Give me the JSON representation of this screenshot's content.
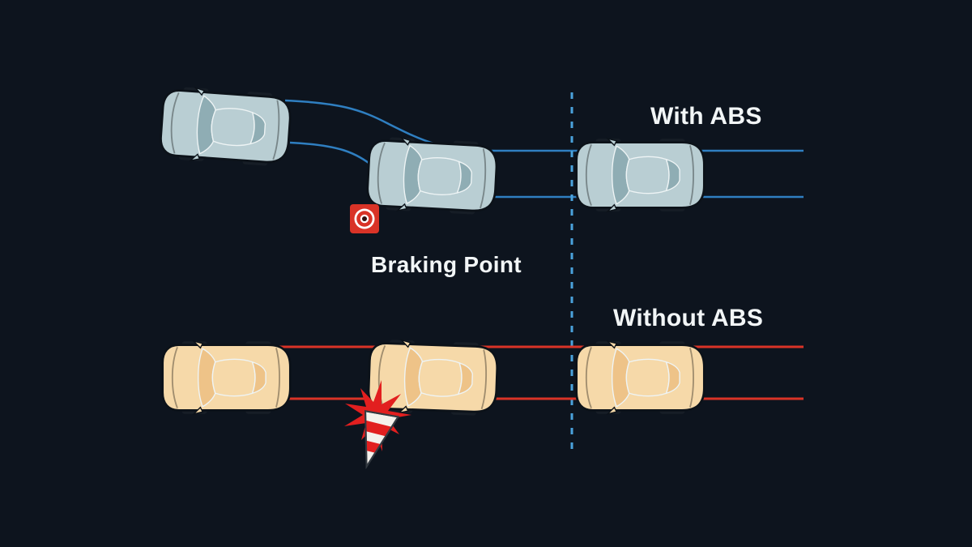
{
  "diagram": {
    "top_label": "With ABS",
    "bottom_label": "Without ABS",
    "marker_label": "Braking Point"
  },
  "colors": {
    "background": "#0d141e",
    "abs_car_body": "#b9ced3",
    "abs_car_glass": "#8fadb4",
    "no_abs_car_body": "#f6d9a9",
    "no_abs_car_glass": "#eec388",
    "abs_path_blue": "#2f7fc1",
    "divider_dashed_blue": "#4aa2dc",
    "no_abs_path_red": "#d93327",
    "crash_burst_red": "#e21f1f",
    "braking_marker_red": "#d93327",
    "label_text": "#f2f6f7"
  },
  "icons": {
    "braking_point": "target-icon",
    "obstacle": "traffic-cone-icon",
    "collision": "crash-burst-icon"
  }
}
